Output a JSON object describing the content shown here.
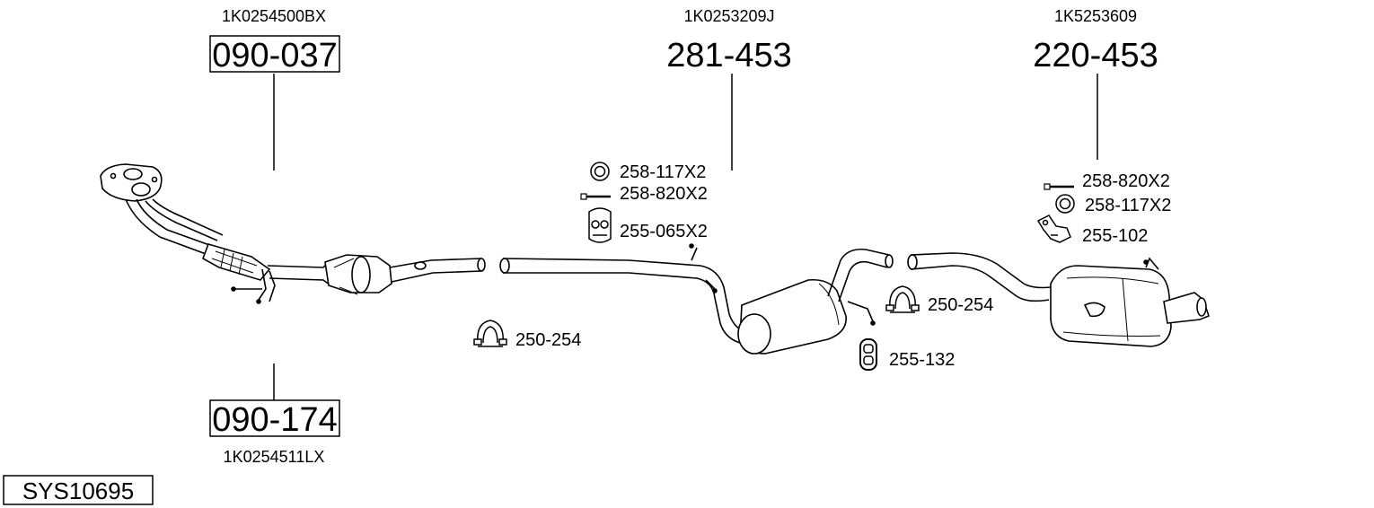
{
  "parts": {
    "front_pipe": {
      "number": "090-037",
      "oem": "1K0254500BX"
    },
    "catalyst": {
      "number": "090-174",
      "oem": "1K0254511LX"
    },
    "middle_silencer": {
      "number": "281-453",
      "oem": "1K0253209J"
    },
    "rear_silencer": {
      "number": "220-453",
      "oem": "1K5253609"
    }
  },
  "accessories": {
    "clamp_front": "250-254",
    "ring_mid": "258-117X2",
    "bolt_mid": "258-820X2",
    "hanger_mid": "255-065X2",
    "clamp_rear": "250-254",
    "rubber_rear": "255-132",
    "bolt_rear": "258-820X2",
    "ring_rear": "258-117X2",
    "bracket_rear": "255-102"
  },
  "system_code": "SYS10695"
}
